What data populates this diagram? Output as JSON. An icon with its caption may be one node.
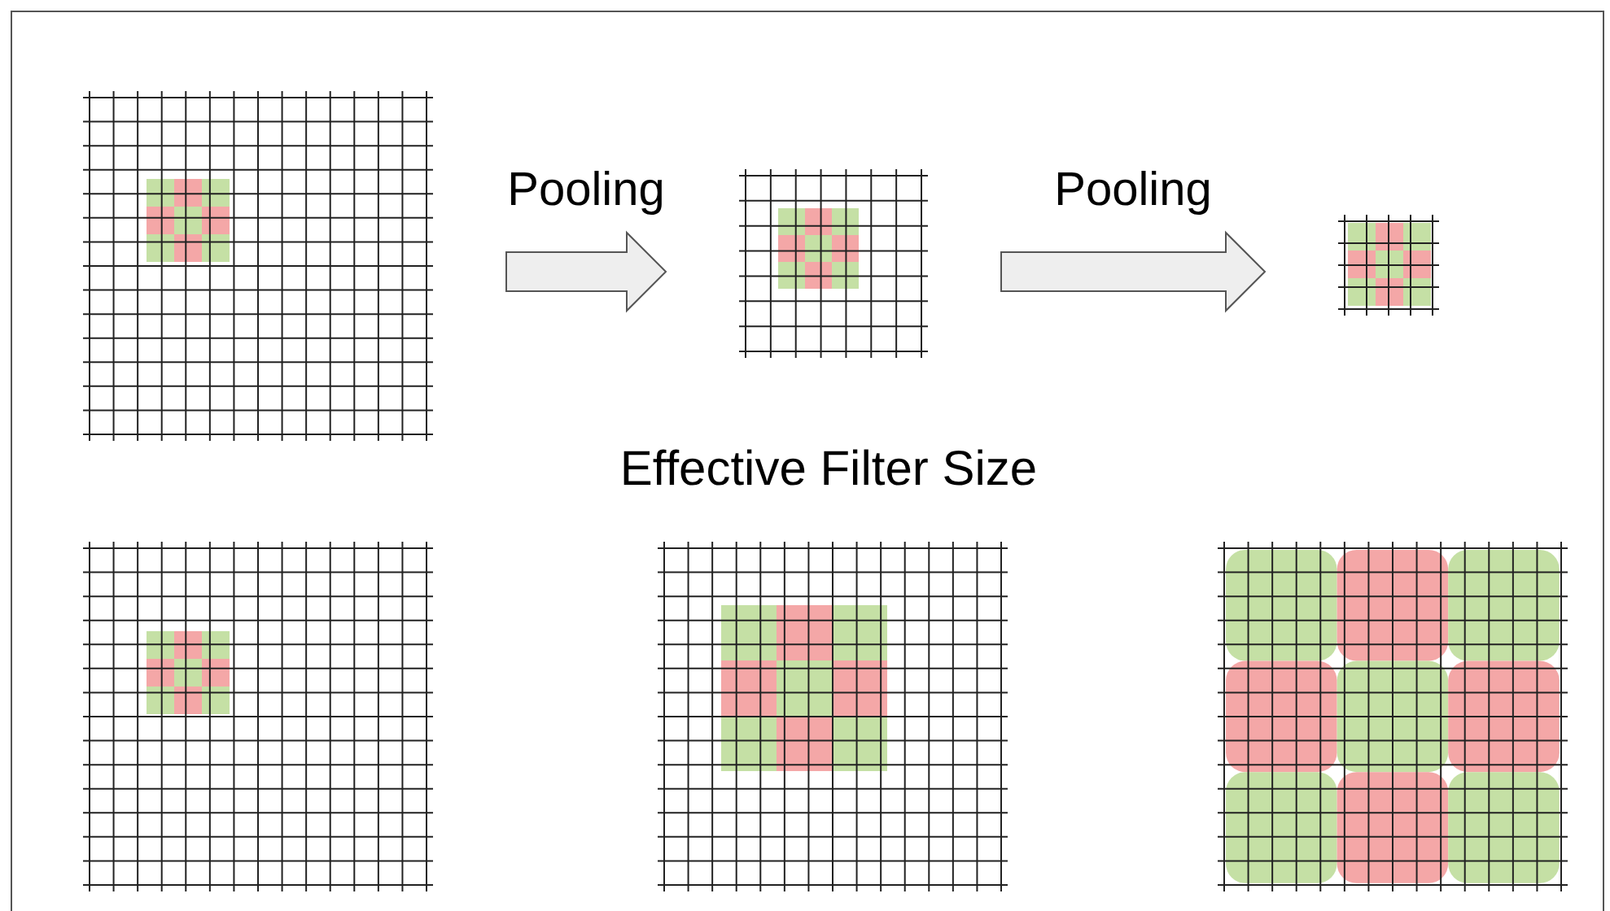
{
  "diagram": {
    "nodes": [
      {
        "text": [],
        "shape": "grid"
      },
      {
        "text": [],
        "shape": "grid"
      },
      {
        "text": [],
        "shape": "grid"
      },
      {
        "text": [],
        "shape": "grid"
      },
      {
        "text": [],
        "shape": "grid"
      },
      {
        "text": [],
        "shape": "grid"
      }
    ],
    "edges": [
      {
        "from": 0,
        "to": 1,
        "arrow": "to",
        "label": "Pooling"
      },
      {
        "from": 1,
        "to": 2,
        "arrow": "to",
        "label": "Pooling"
      }
    ],
    "labels": [
      "Effective Filter Size"
    ]
  }
}
